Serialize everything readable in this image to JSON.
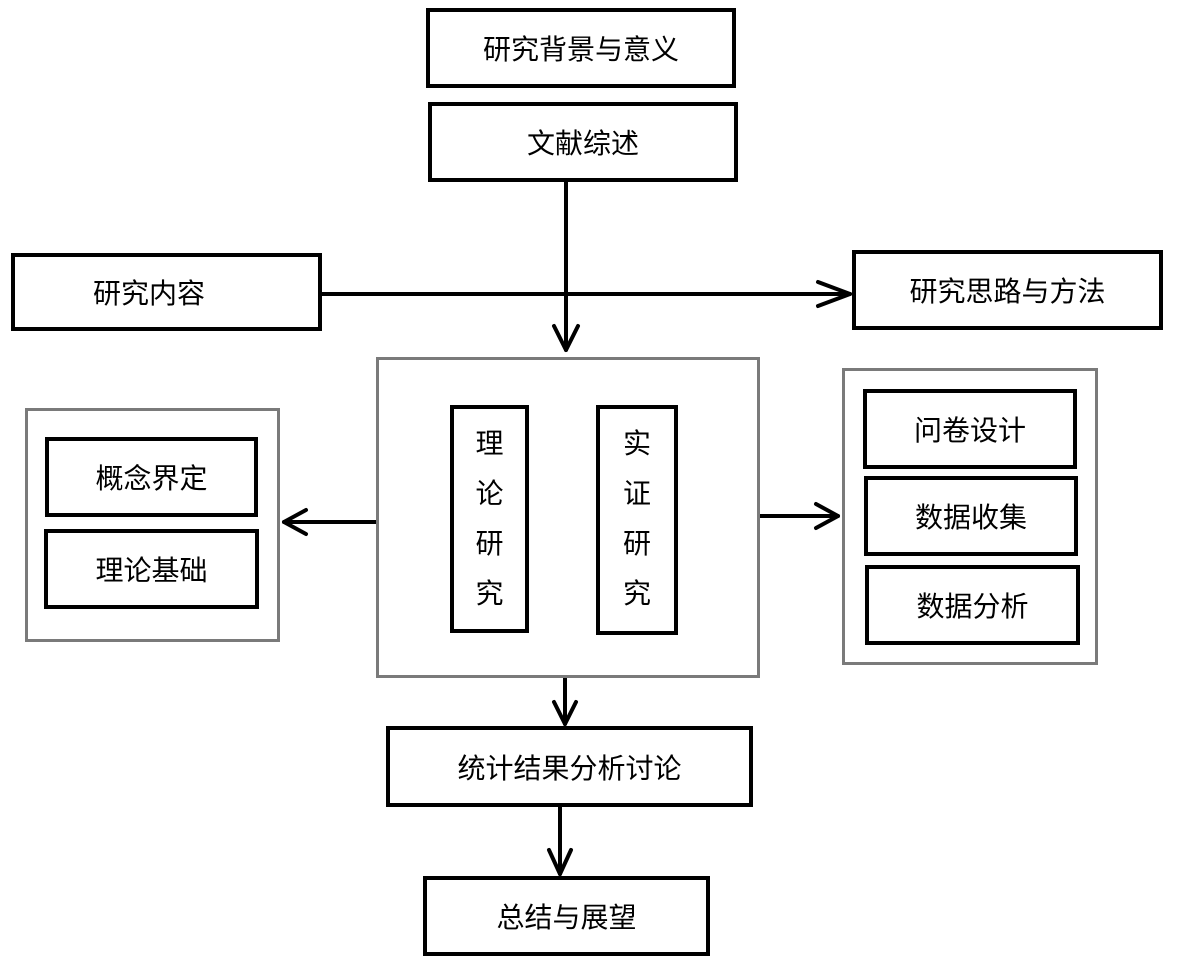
{
  "nodes": {
    "background": "研究背景与意义",
    "literature": "文献综述",
    "content": "研究内容",
    "methods": "研究思路与方法",
    "theory_group": {
      "items": [
        "概念界定",
        "理论基础"
      ]
    },
    "core": {
      "theory": [
        "理",
        "论",
        "研",
        "究"
      ],
      "empirical": [
        "实",
        "证",
        "研",
        "究"
      ]
    },
    "empirical_group": {
      "items": [
        "问卷设计",
        "数据收集",
        "数据分析"
      ]
    },
    "results": "统计结果分析讨论",
    "conclusion": "总结与展望"
  },
  "edges": [
    {
      "from": "literature",
      "to": "core"
    },
    {
      "from": "content",
      "to": "methods"
    },
    {
      "from": "theory",
      "to": "theory_group"
    },
    {
      "from": "empirical",
      "to": "empirical_group"
    },
    {
      "from": "core",
      "to": "results"
    },
    {
      "from": "results",
      "to": "conclusion"
    }
  ]
}
